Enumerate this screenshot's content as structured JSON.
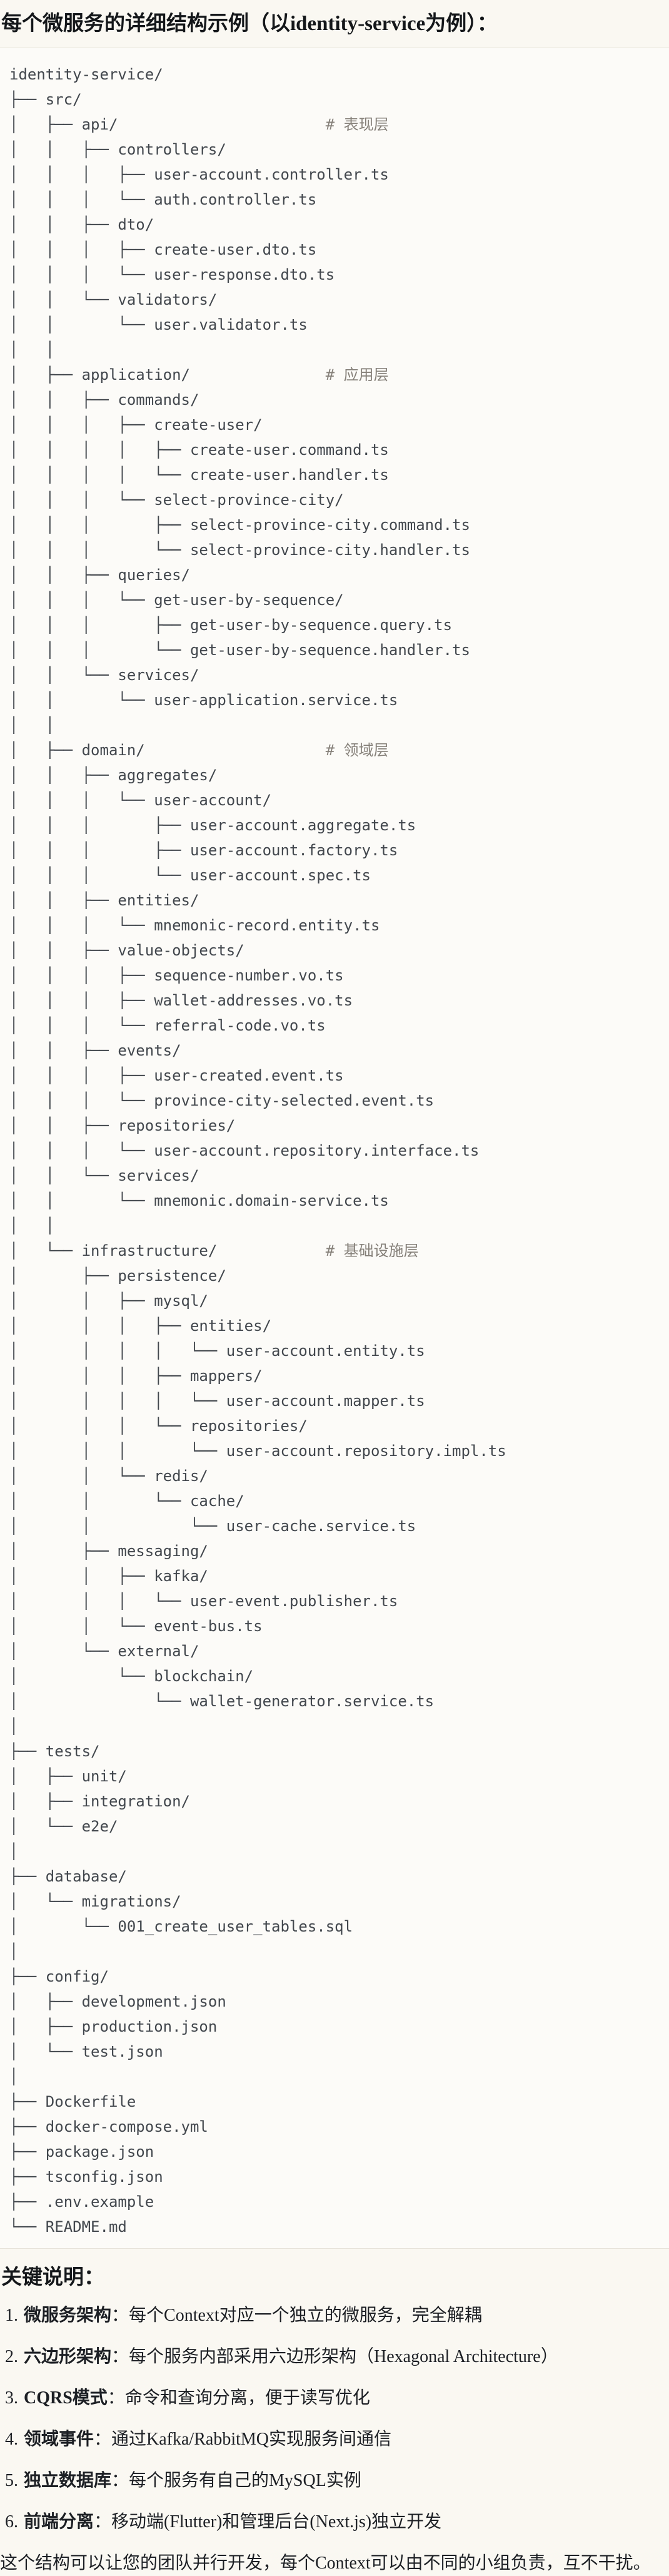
{
  "page": {
    "background": "#faf8f2",
    "code_background": "#fcfbf8",
    "border_color": "#e7e3da",
    "tree_text_color": "#42474d",
    "tree_comment_color": "#86817a"
  },
  "heading": {
    "title": "每个微服务的详细结构示例（以identity-service为例）："
  },
  "code_block": {
    "comment_column": 35,
    "lines": [
      "identity-service/",
      "├── src/",
      {
        "t": "│   ├── api/",
        "c": "# 表现层"
      },
      "│   │   ├── controllers/",
      "│   │   │   ├── user-account.controller.ts",
      "│   │   │   └── auth.controller.ts",
      "│   │   ├── dto/",
      "│   │   │   ├── create-user.dto.ts",
      "│   │   │   └── user-response.dto.ts",
      "│   │   └── validators/",
      "│   │       └── user.validator.ts",
      "│   │",
      {
        "t": "│   ├── application/",
        "c": "# 应用层"
      },
      "│   │   ├── commands/",
      "│   │   │   ├── create-user/",
      "│   │   │   │   ├── create-user.command.ts",
      "│   │   │   │   └── create-user.handler.ts",
      "│   │   │   └── select-province-city/",
      "│   │   │       ├── select-province-city.command.ts",
      "│   │   │       └── select-province-city.handler.ts",
      "│   │   ├── queries/",
      "│   │   │   └── get-user-by-sequence/",
      "│   │   │       ├── get-user-by-sequence.query.ts",
      "│   │   │       └── get-user-by-sequence.handler.ts",
      "│   │   └── services/",
      "│   │       └── user-application.service.ts",
      "│   │",
      {
        "t": "│   ├── domain/",
        "c": "# 领域层"
      },
      "│   │   ├── aggregates/",
      "│   │   │   └── user-account/",
      "│   │   │       ├── user-account.aggregate.ts",
      "│   │   │       ├── user-account.factory.ts",
      "│   │   │       └── user-account.spec.ts",
      "│   │   ├── entities/",
      "│   │   │   └── mnemonic-record.entity.ts",
      "│   │   ├── value-objects/",
      "│   │   │   ├── sequence-number.vo.ts",
      "│   │   │   ├── wallet-addresses.vo.ts",
      "│   │   │   └── referral-code.vo.ts",
      "│   │   ├── events/",
      "│   │   │   ├── user-created.event.ts",
      "│   │   │   └── province-city-selected.event.ts",
      "│   │   ├── repositories/",
      "│   │   │   └── user-account.repository.interface.ts",
      "│   │   └── services/",
      "│   │       └── mnemonic.domain-service.ts",
      "│   │",
      {
        "t": "│   └── infrastructure/",
        "c": "# 基础设施层"
      },
      "│       ├── persistence/",
      "│       │   ├── mysql/",
      "│       │   │   ├── entities/",
      "│       │   │   │   └── user-account.entity.ts",
      "│       │   │   ├── mappers/",
      "│       │   │   │   └── user-account.mapper.ts",
      "│       │   │   └── repositories/",
      "│       │   │       └── user-account.repository.impl.ts",
      "│       │   └── redis/",
      "│       │       └── cache/",
      "│       │           └── user-cache.service.ts",
      "│       ├── messaging/",
      "│       │   ├── kafka/",
      "│       │   │   └── user-event.publisher.ts",
      "│       │   └── event-bus.ts",
      "│       └── external/",
      "│           └── blockchain/",
      "│               └── wallet-generator.service.ts",
      "│",
      "├── tests/",
      "│   ├── unit/",
      "│   ├── integration/",
      "│   └── e2e/",
      "│",
      "├── database/",
      "│   └── migrations/",
      "│       └── 001_create_user_tables.sql",
      "│",
      "├── config/",
      "│   ├── development.json",
      "│   ├── production.json",
      "│   └── test.json",
      "│",
      "├── Dockerfile",
      "├── docker-compose.yml",
      "├── package.json",
      "├── tsconfig.json",
      "├── .env.example",
      "└── README.md"
    ]
  },
  "notes": {
    "heading": "关键说明：",
    "items": [
      {
        "num": "1.",
        "term": "微服务架构",
        "colon": "：",
        "desc": "每个Context对应一个独立的微服务，完全解耦"
      },
      {
        "num": "2.",
        "term": "六边形架构",
        "colon": "：",
        "desc": "每个服务内部采用六边形架构（Hexagonal Architecture）"
      },
      {
        "num": "3.",
        "term": "CQRS模式",
        "colon": "：",
        "desc": "命令和查询分离，便于读写优化"
      },
      {
        "num": "4.",
        "term": "领域事件",
        "colon": "：",
        "desc": "通过Kafka/RabbitMQ实现服务间通信"
      },
      {
        "num": "5.",
        "term": "独立数据库",
        "colon": "：",
        "desc": "每个服务有自己的MySQL实例"
      },
      {
        "num": "6.",
        "term": "前端分离",
        "colon": "：",
        "desc": "移动端(Flutter)和管理后台(Next.js)独立开发"
      }
    ],
    "footer": "这个结构可以让您的团队并行开发，每个Context可以由不同的小组负责，互不干扰。"
  }
}
